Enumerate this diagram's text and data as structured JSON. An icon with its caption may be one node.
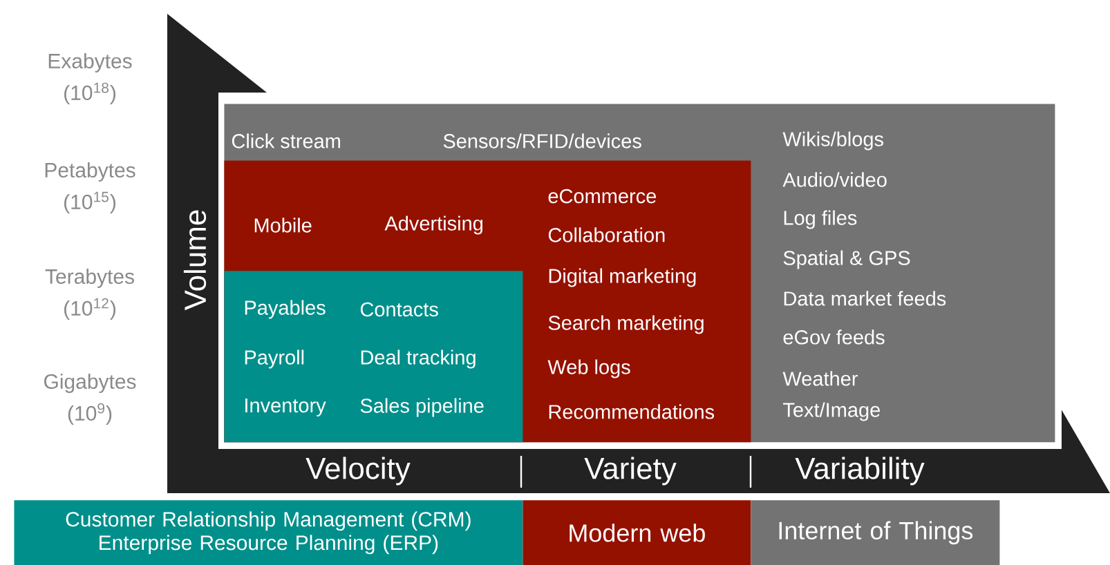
{
  "diagram": {
    "nodes": [
      {
        "text": [
          "Click stream",
          "Sensors/RFID/devices",
          "Wikis/blogs",
          "Audio/video",
          "Log files",
          "Spatial & GPS",
          "Data market feeds",
          "eGov feeds",
          "Weather",
          "Text/Image"
        ]
      },
      {
        "text": [
          "Mobile",
          "Advertising",
          "eCommerce",
          "Collaboration",
          "Digital marketing",
          "Search marketing",
          "Web logs",
          "Recommendations"
        ],
        "in": 0
      },
      {
        "text": [
          "Payables",
          "Contacts",
          "Payroll",
          "Deal tracking",
          "Inventory",
          "Sales pipeline"
        ],
        "in": 1
      },
      {
        "text": [
          "Customer Relationship Management (CRM) Enterprise Resource Planning (ERP)"
        ]
      },
      {
        "text": [
          "Modern web"
        ]
      },
      {
        "text": [
          "Internet of Things"
        ]
      }
    ],
    "labels": [
      "Exabytes (10$^{18}$)",
      "Petabytes (10$^{15}$)",
      "Terabytes (10$^{12}$)",
      "Gigabytes (10$^{9}$)",
      "Volume",
      "Velocity",
      "Variety",
      "Variability"
    ]
  }
}
